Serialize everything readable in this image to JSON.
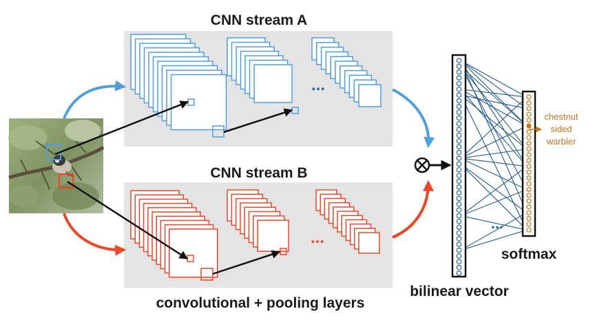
{
  "labels": {
    "stream_a": "CNN stream A",
    "stream_b": "CNN stream B",
    "layers": "convolutional + pooling layers",
    "bilinear": "bilinear vector",
    "softmax": "softmax",
    "output_line1": "chestnut",
    "output_line2": "sided",
    "output_line3": "warbler",
    "ellipsis": "..."
  },
  "colors": {
    "stream_a": "#4d9ee3",
    "stream_b": "#ee4623",
    "panel": "#e4e4e4",
    "node": "#2a62a8",
    "connection": "#1f5a91",
    "output": "#c8741e"
  },
  "icons": {
    "input": "bird-photo",
    "combine": "outer-product-operator-icon"
  }
}
